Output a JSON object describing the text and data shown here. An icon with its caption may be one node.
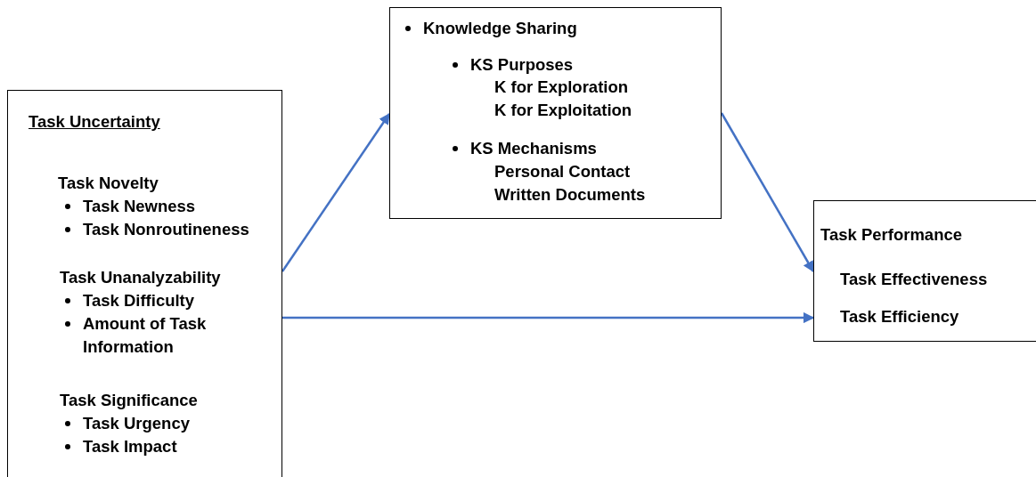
{
  "diagram": {
    "nodes": [
      {
        "text": [
          "Task Uncertainty",
          "Task Novelty",
          "Task Newness",
          "Task Nonroutineness",
          "Task Unanalyzability",
          "Task Difficulty",
          "Amount of Task Information",
          "Task Significance",
          "Task Urgency",
          "Task Impact"
        ]
      },
      {
        "text": [
          "Knowledge Sharing",
          "KS Purposes",
          "K for Exploration",
          "K for Exploitation",
          "KS Mechanisms",
          "Personal Contact",
          "Written Documents"
        ]
      },
      {
        "text": [
          "Task Performance",
          "Task Effectiveness",
          "Task Efficiency"
        ]
      }
    ],
    "edges": [
      {
        "from": 0,
        "to": 1,
        "arrow": "to"
      },
      {
        "from": 1,
        "to": 2,
        "arrow": "to"
      },
      {
        "from": 0,
        "to": 2,
        "arrow": "to"
      }
    ]
  }
}
